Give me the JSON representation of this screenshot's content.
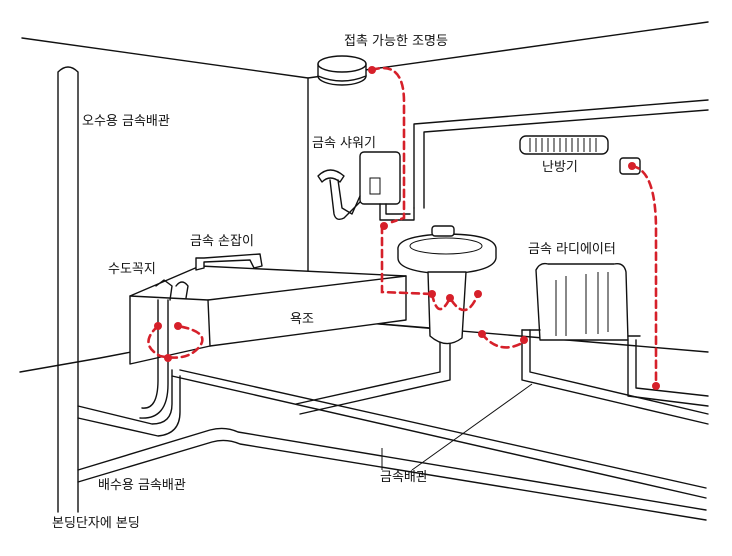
{
  "labels": {
    "light": "접촉 가능한 조명등",
    "sewage_pipe": "오수용 금속배관",
    "shower": "금속 샤워기",
    "heater": "난방기",
    "grab_bar": "금속 손잡이",
    "faucet": "수도꼭지",
    "radiator": "금속 라디에이터",
    "bathtub": "욕조",
    "metal_pipe": "금속배관",
    "drain_pipe": "배수용 금속배관",
    "bonding_terminal": "본딩단자에 본딩"
  },
  "colors": {
    "line": "#111111",
    "bonding": "#d6202a",
    "background": "#ffffff"
  }
}
